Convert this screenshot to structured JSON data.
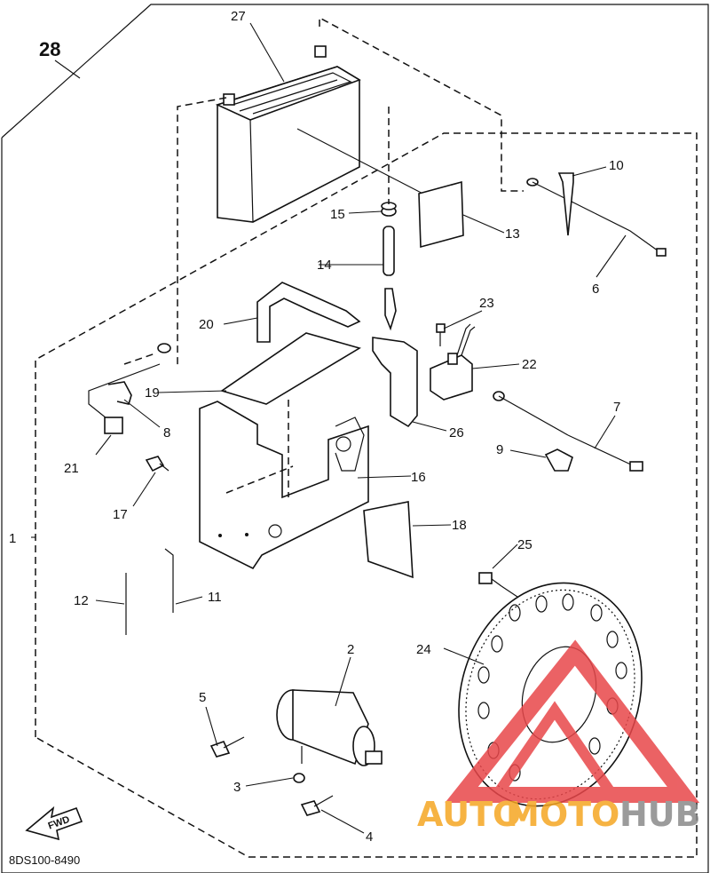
{
  "assembly_label": "28",
  "callouts": [
    {
      "id": "1",
      "text": "1"
    },
    {
      "id": "2",
      "text": "2"
    },
    {
      "id": "3",
      "text": "3"
    },
    {
      "id": "4",
      "text": "4"
    },
    {
      "id": "5",
      "text": "5"
    },
    {
      "id": "6",
      "text": "6"
    },
    {
      "id": "7",
      "text": "7"
    },
    {
      "id": "8",
      "text": "8"
    },
    {
      "id": "9",
      "text": "9"
    },
    {
      "id": "10",
      "text": "10"
    },
    {
      "id": "11",
      "text": "11"
    },
    {
      "id": "12",
      "text": "12"
    },
    {
      "id": "13",
      "text": "13"
    },
    {
      "id": "14",
      "text": "14"
    },
    {
      "id": "15",
      "text": "15"
    },
    {
      "id": "16",
      "text": "16"
    },
    {
      "id": "17",
      "text": "17"
    },
    {
      "id": "18",
      "text": "18"
    },
    {
      "id": "19",
      "text": "19"
    },
    {
      "id": "20",
      "text": "20"
    },
    {
      "id": "21",
      "text": "21"
    },
    {
      "id": "22",
      "text": "22"
    },
    {
      "id": "23",
      "text": "23"
    },
    {
      "id": "24",
      "text": "24"
    },
    {
      "id": "25",
      "text": "25"
    },
    {
      "id": "26",
      "text": "26"
    },
    {
      "id": "27",
      "text": "27"
    }
  ],
  "fwd_label": "FWD",
  "drawing_code": "8DS100-8490",
  "watermark": {
    "part1": "AUTO",
    "part2": "MOTO",
    "part3": "HUB",
    "color_orange": "#f5a623",
    "color_gray": "#8a8a8a",
    "color_red": "#e8474a"
  }
}
